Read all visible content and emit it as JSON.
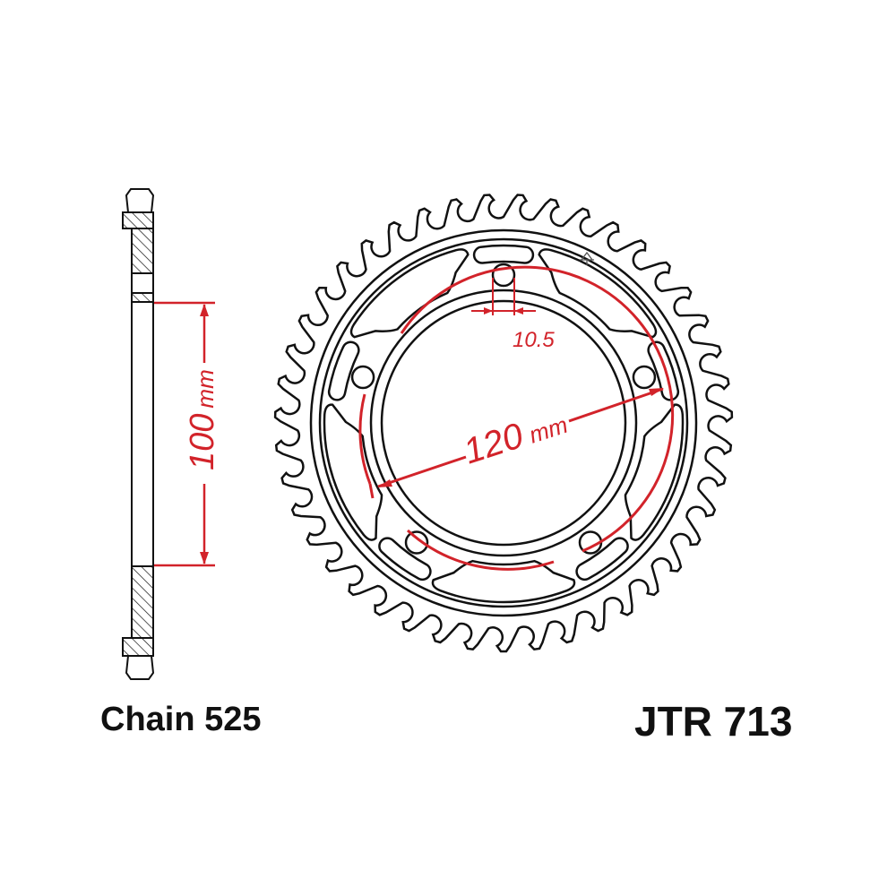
{
  "labels": {
    "chain": "Chain 525",
    "part_number": "JTR 713"
  },
  "dimensions": {
    "bore": "100",
    "bore_unit": "mm",
    "pcd": "120",
    "pcd_unit": "mm",
    "bolt_hole": "10.5"
  },
  "sprocket": {
    "teeth": 43,
    "bolt_holes": 5
  },
  "colors": {
    "line": "#111111",
    "dimension": "#d2232a"
  }
}
